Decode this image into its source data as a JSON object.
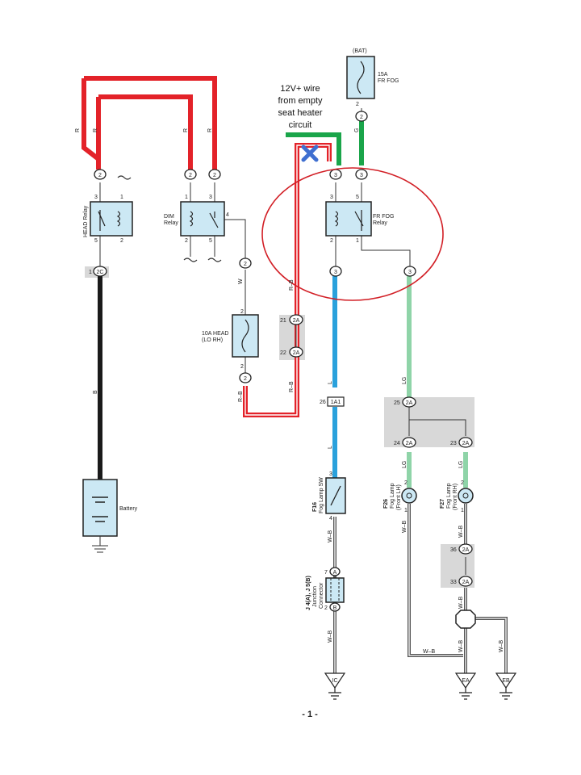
{
  "annotation": {
    "lines": [
      "12V+ wire",
      "from empty",
      "seat heater",
      "circuit"
    ]
  },
  "fuses": {
    "bat": "(BAT)",
    "fr_fog_1": "15A",
    "fr_fog_2": "FR FOG",
    "head_lo_1": "10A HEAD",
    "head_lo_2": "(LO RH)"
  },
  "relays": {
    "head": "HEAD Relay",
    "dim_1": "DIM",
    "dim_2": "Relay",
    "fr_fog_1": "FR FOG",
    "fr_fog_2": "Relay"
  },
  "pins": {
    "head_relay": [
      "3",
      "1",
      "5",
      "2"
    ],
    "dim_relay": [
      "1",
      "3",
      "4",
      "2",
      "5"
    ],
    "fog_relay": [
      "3",
      "5",
      "2",
      "1"
    ],
    "fuse_top": "2",
    "one": "1"
  },
  "connectors": {
    "c2": "2",
    "c3": "3",
    "c2c": "2C",
    "c2a": "2A",
    "c1a1": "1A1",
    "ca": "A",
    "cb": "B"
  },
  "wire_colors": {
    "r": "R",
    "g": "G",
    "w": "W",
    "b": "B",
    "l": "L",
    "lg": "LG",
    "rb": "R–B",
    "wb": "W–B"
  },
  "pin_numbers": {
    "p1": "1",
    "p2": "2",
    "p3": "3",
    "p4": "4",
    "p7": "7",
    "p21": "21",
    "p22": "22",
    "p23": "23",
    "p24": "24",
    "p25": "25",
    "p26": "26",
    "p33": "33",
    "p36": "36"
  },
  "components": {
    "battery": "Battery",
    "f16_code": "F16",
    "f16_name": "Fog Lamp SW",
    "f26_code": "F26",
    "f26_1": "Fog Lamp",
    "f26_2": "(Front LH)",
    "f27_code": "F27",
    "f27_1": "Fog Lamp",
    "f27_2": "(Front RH)",
    "jc_1": "J 4(A), J 5(B)",
    "jc_2": "Junction",
    "jc_3": "Connector"
  },
  "grounds": {
    "ic": "IC",
    "ea": "EA",
    "eb": "EB"
  },
  "page_number": "- 1 -",
  "colors": {
    "red": "#e32229",
    "green": "#1aa54a",
    "blue": "#2aa1dc",
    "light_green": "#8fd4a8",
    "black": "#1a1a1a",
    "relay_fill": "#cce8f4",
    "shade": "#d8d8d8",
    "circle": "#d21f26",
    "cross": "#3f6fd0"
  }
}
